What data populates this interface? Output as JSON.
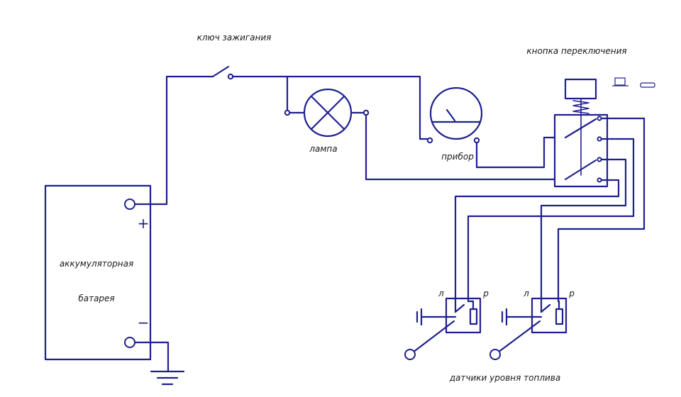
{
  "labels": {
    "ignition_key": "ключ зажигания",
    "switch_button": "кнопка переключения",
    "lamp": "лампа",
    "gauge": "прибор",
    "battery_line1": "аккумуляторная",
    "battery_line2": "батарея",
    "plus": "+",
    "minus": "−",
    "sensor_left_l": "л",
    "sensor_left_r": "р",
    "sensor_right_l": "л",
    "sensor_right_r": "р",
    "fuel_sensors": "датчики уровня топлива"
  },
  "colors": {
    "wire": "#1f1f8f",
    "text": "#1a1a1a",
    "background": "#ffffff"
  }
}
